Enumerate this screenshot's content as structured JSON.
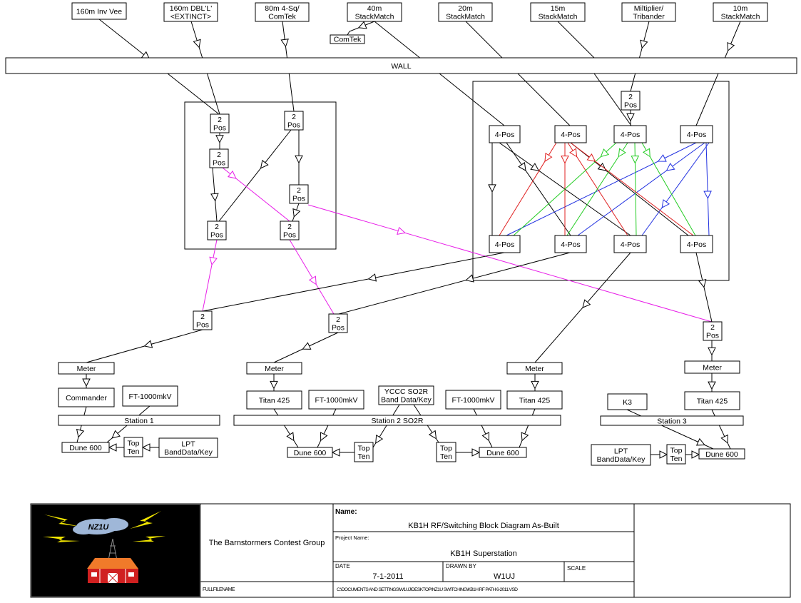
{
  "antennas": {
    "a160_invvee": [
      "160m Inv Vee"
    ],
    "a160_dbl": [
      "160m DBL'L'",
      "<EXTINCT>"
    ],
    "a80": [
      "80m 4-Sq/",
      "ComTek"
    ],
    "a40": [
      "40m",
      "StackMatch"
    ],
    "a20": [
      "20m",
      "StackMatch"
    ],
    "a15": [
      "15m",
      "StackMatch"
    ],
    "atri": [
      "Miltiplier/",
      "Tribander"
    ],
    "a10": [
      "10m",
      "StackMatch"
    ],
    "comtek": [
      "ComTek"
    ]
  },
  "wall": "WALL",
  "switches": {
    "pos2": [
      "2",
      "Pos"
    ],
    "pos4": [
      "4-Pos"
    ]
  },
  "meter": "Meter",
  "radios": {
    "commander": "Commander",
    "ft1000": "FT-1000mkV",
    "titan": "Titan 425",
    "k3": "K3",
    "ycc": [
      "YCCC SO2R",
      "Band Data/Key"
    ]
  },
  "stations": {
    "s1": "Station 1",
    "s2": "Station 2 SO2R",
    "s3": "Station 3"
  },
  "dune": "Dune 600",
  "topten": [
    "Top",
    "Ten"
  ],
  "lpt": [
    "LPT",
    "BandData/Key"
  ],
  "wire_colors": {
    "black": "#000000",
    "magenta": "#e81ee8",
    "red": "#e02020",
    "green": "#22cc22",
    "blue": "#2030e0"
  },
  "title_block": {
    "org": "The Barnstormers Contest Group",
    "name_label": "Name:",
    "name_value": "KB1H RF/Switching Block Diagram As-Built",
    "project_label": "Project Name:",
    "project_value": "KB1H Superstation",
    "date_label": "DATE",
    "date_value": "7-1-2011",
    "drawn_label": "DRAWN BY",
    "drawn_value": "W1UJ",
    "scale_label": "SCALE",
    "filename_label": "FULLFILENAME",
    "filename_value": "C:\\DOCUMENTS AND SETTINGS\\W1UJ\\DESKTOP\\NZ1U SWITCHING\\KB1H RF PATH 6-2011.VSD",
    "logo_callsign": "NZ1U",
    "logo_caption": "The Barnstormers"
  }
}
